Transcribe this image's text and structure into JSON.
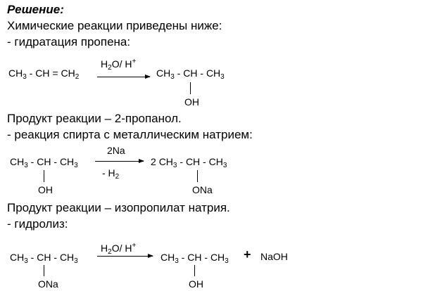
{
  "text": {
    "heading": "Решение:",
    "intro": "Химические реакции приведены ниже:",
    "step1": "- гидратация пропена:",
    "product1": "Продукт реакции – 2-пропанол.",
    "step2": "- реакция спирта с металлическим натрием:",
    "product2": "Продукт реакции – изопропилат натрия.",
    "step3": "- гидролиз:"
  },
  "chem": {
    "ch3": "CH",
    "ch2": "CH",
    "ch": "CH",
    "sub2": "2",
    "sub3": "3",
    "dash": " - ",
    "eq": " = ",
    "two": "2 ",
    "oh": "OH",
    "ona": "ONa",
    "water": "H",
    "water_o": "O/ H",
    "plus_sup": "+",
    "na": "2Na",
    "minus_h": "- H",
    "plus": "+",
    "naoh": "NaOH"
  }
}
